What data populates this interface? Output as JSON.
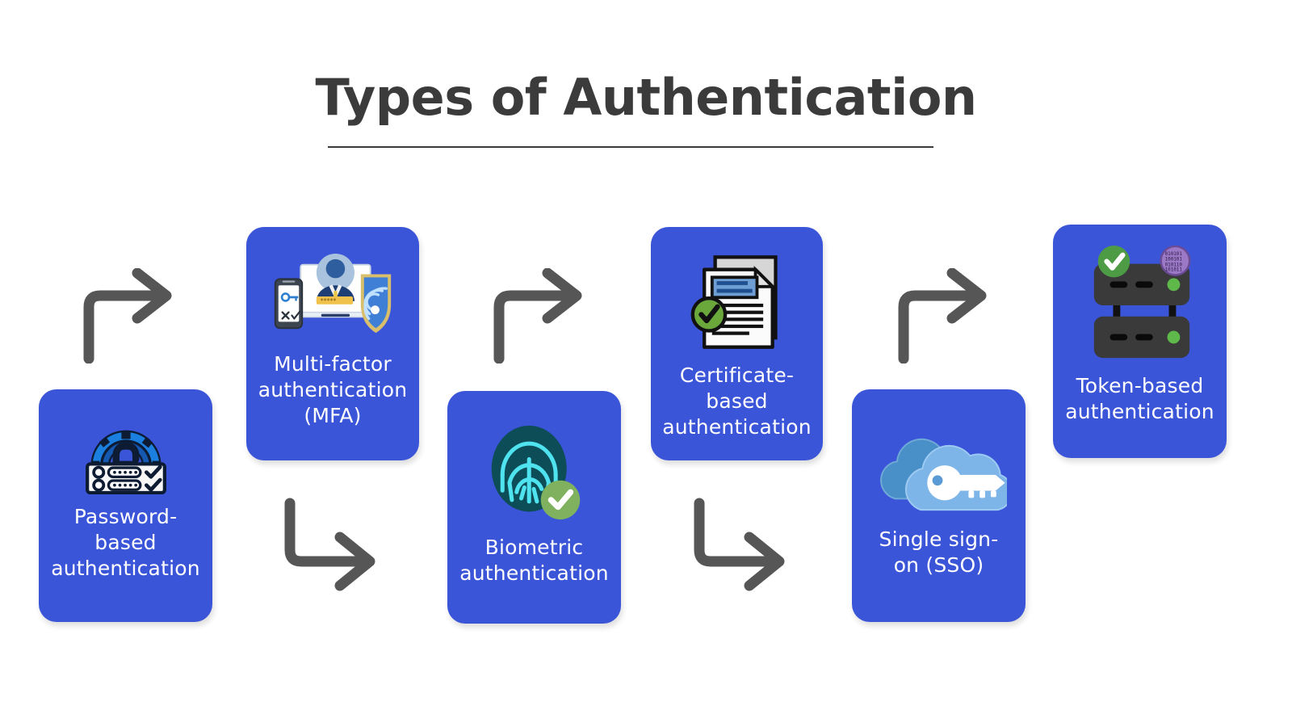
{
  "header": {
    "title": "Types of Authentication",
    "rule": "underline"
  },
  "theme": {
    "background": "#ffffff",
    "card_blue": "#3b55d9",
    "title_gray": "#3b3b3b",
    "arrow_gray": "#565656",
    "label_white": "#ffffff",
    "green_check": "#5ea33c",
    "fingerprint_cyan": "#4fe3f0",
    "fingerprint_dark": "#0d4d57",
    "server_dark": "#3a3a3a",
    "token_purple": "#9b79c6",
    "cloud_back": "#4a90c8",
    "cloud_front": "#7db5e8"
  },
  "cards": [
    {
      "id": "password",
      "label": "Password-\nbased\nauthentication",
      "icon": "password-lock-icon"
    },
    {
      "id": "mfa",
      "label": "Multi-factor\nauthentication\n(MFA)",
      "icon": "multi-factor-devices-icon"
    },
    {
      "id": "biometric",
      "label": "Biometric\nauthentication",
      "icon": "fingerprint-icon"
    },
    {
      "id": "certificate",
      "label": "Certificate-\nbased\nauthentication",
      "icon": "certificate-document-icon"
    },
    {
      "id": "sso",
      "label": "Single sign-\non (SSO)",
      "icon": "cloud-key-icon"
    },
    {
      "id": "token",
      "label": "Token-based\nauthentication",
      "icon": "server-token-icon"
    }
  ],
  "arrows": [
    {
      "id": "arrow-1",
      "direction": "up-right",
      "icon": "arrow-up-right-icon"
    },
    {
      "id": "arrow-2",
      "direction": "down-right",
      "icon": "arrow-down-right-icon"
    },
    {
      "id": "arrow-3",
      "direction": "up-right",
      "icon": "arrow-up-right-icon"
    },
    {
      "id": "arrow-4",
      "direction": "down-right",
      "icon": "arrow-down-right-icon"
    },
    {
      "id": "arrow-5",
      "direction": "up-right",
      "icon": "arrow-up-right-icon"
    }
  ]
}
